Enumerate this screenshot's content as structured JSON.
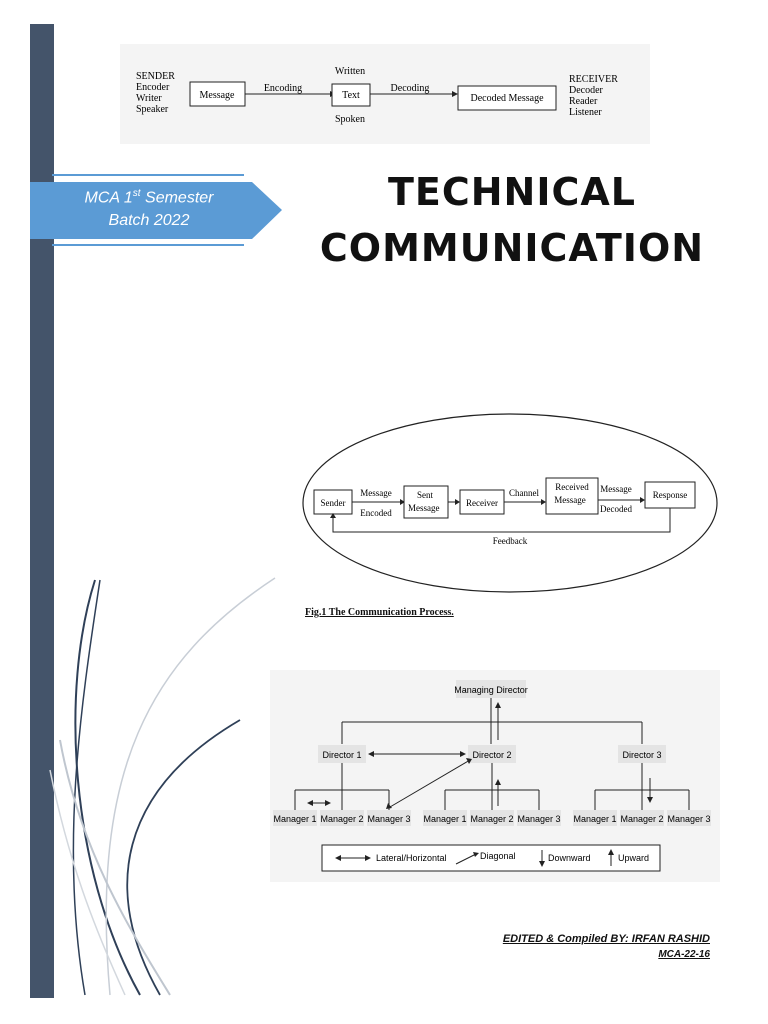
{
  "header_diagram": {
    "sender_lines": [
      "SENDER",
      "Encoder",
      "Writer",
      "Speaker"
    ],
    "message": "Message",
    "encoding": "Encoding",
    "written": "Written",
    "text": "Text",
    "spoken": "Spoken",
    "decoding": "Decoding",
    "decoded_message": "Decoded Message",
    "receiver_lines": [
      "RECEIVER",
      "Decoder",
      "Reader",
      "Listener"
    ]
  },
  "badge": {
    "line1": "MCA 1",
    "line1_sup": "st",
    "line1_rest": " Semester",
    "line2": "Batch 2022",
    "color": "#5b9bd5"
  },
  "title": {
    "line1": "TECHNICAL",
    "line2": "COMMUNICATION"
  },
  "process_diagram": {
    "sender": "Sender",
    "message": "Message",
    "encoded": "Encoded",
    "sent": "Sent",
    "sent_message": "Message",
    "receiver": "Receiver",
    "channel": "Channel",
    "received": "Received",
    "received_message": "Message",
    "message2": "Message",
    "decoded": "Decoded",
    "response": "Response",
    "feedback": "Feedback",
    "caption": "Fig.1 The Communication Process."
  },
  "org_chart": {
    "managing_director": "Managing Director",
    "director_1": "Director 1",
    "director_2": "Director 2",
    "director_3": "Director 3",
    "managers": [
      "Manager 1",
      "Manager 2",
      "Manager 3",
      "Manager 1",
      "Manager 2",
      "Manager 3",
      "Manager 1",
      "Manager 2",
      "Manager 3"
    ],
    "legend": {
      "lateral": "Lateral/Horizontal",
      "diagonal": "Diagonal",
      "downward": "Downward",
      "upward": "Upward"
    }
  },
  "credits": {
    "edited_by": "EDITED & Compiled BY:  IRFAN RASHID",
    "code": "MCA-22-16"
  },
  "colors": {
    "side_bar": "#44546a",
    "badge": "#5b9bd5"
  }
}
